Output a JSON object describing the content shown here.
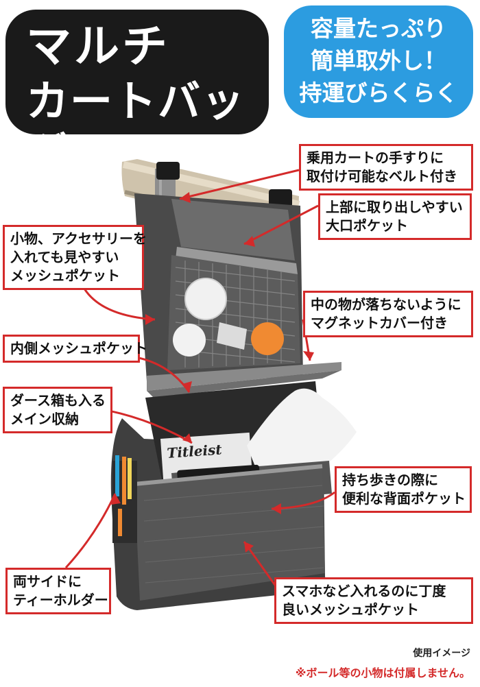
{
  "title": {
    "line1": "マルチ",
    "line2": "カートバッグ"
  },
  "features": [
    "容量たっぷり",
    "簡単取外し！",
    "持運びらくらく"
  ],
  "callouts": [
    {
      "line1": "乗用カートの手すりに",
      "line2": "取付け可能なベルト付き"
    },
    {
      "line1": "上部に取り出しやすい",
      "line2": "大口ポケット"
    },
    {
      "line1": "小物、アクセサリーを",
      "line2": "入れても見やすい",
      "line3": "メッシュポケット"
    },
    {
      "line1": "中の物が落ちないように",
      "line2": "マグネットカバー付き"
    },
    {
      "line1": "内側メッシュポケット"
    },
    {
      "line1": "ダース箱も入る",
      "line2": "メイン収納"
    },
    {
      "line1": "持ち歩きの際に",
      "line2": "便利な背面ポケット"
    },
    {
      "line1": "両サイドに",
      "line2": "ティーホルダー"
    },
    {
      "line1": "スマホなど入れるのに丁度",
      "line2": "良いメッシュポケット"
    }
  ],
  "box_brand": "Titleist",
  "footer": {
    "note": "使用イメージ",
    "warning": "※ボール等の小物は付属しません。"
  },
  "colors": {
    "red": "#d42a2a",
    "blue": "#2c9ce0",
    "black": "#1a1a1a"
  }
}
